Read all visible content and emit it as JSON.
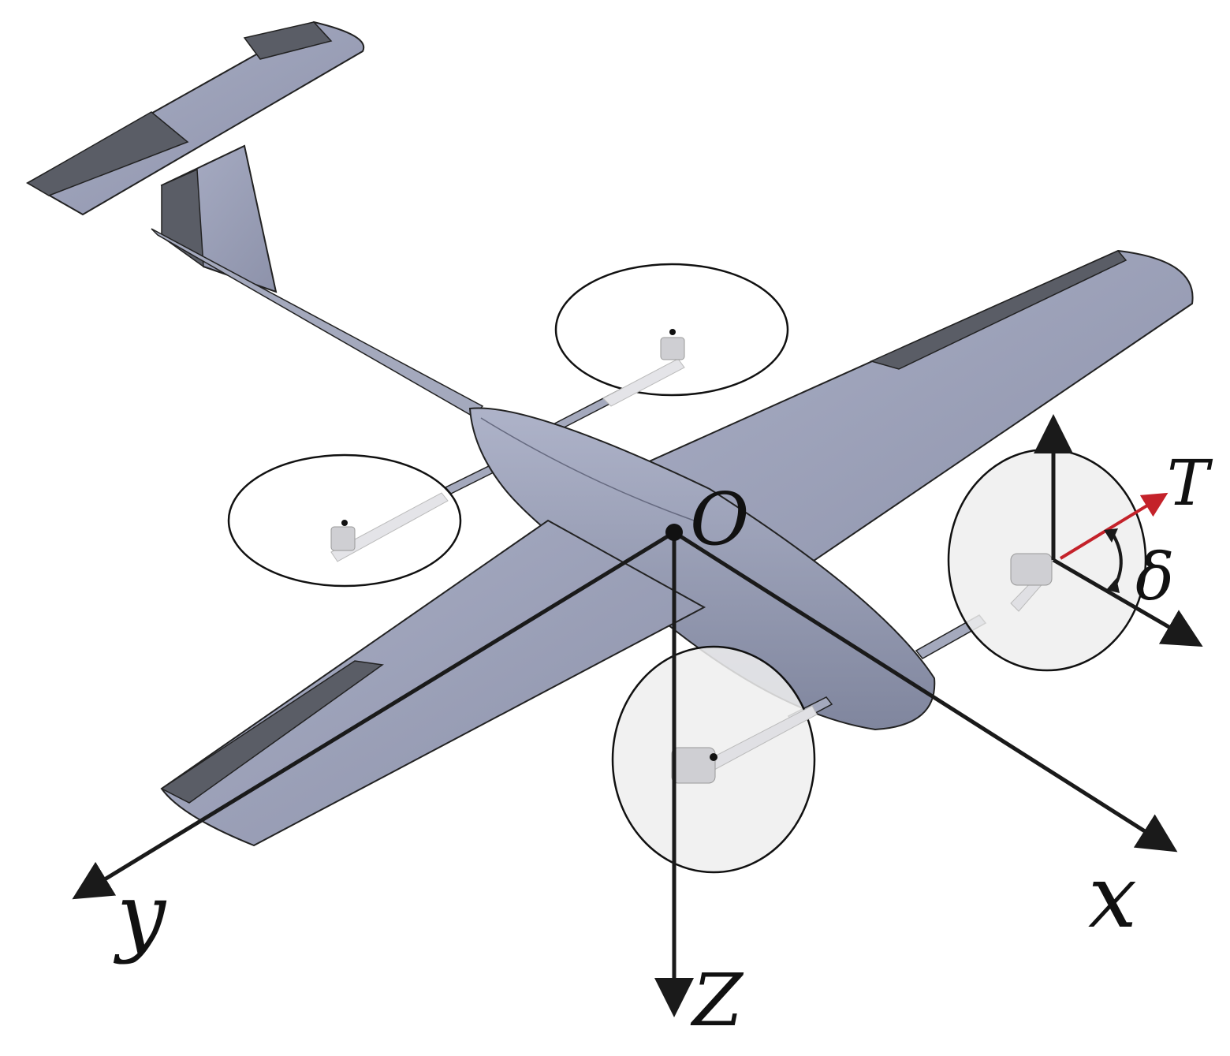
{
  "labels": {
    "origin": "O",
    "x_axis": "x",
    "y_axis": "y",
    "z_axis": "Z",
    "thrust": "T",
    "tilt_angle": "δ"
  },
  "colors": {
    "airframe": "#9aa0b8",
    "airframe_dark": "#7f859d",
    "control_surface": "#5a5d66",
    "boom": "#a4a9bd",
    "rotor_disk_fill": "#efefef",
    "axis": "#1a1a1a",
    "thrust_vector": "#c4222a"
  }
}
